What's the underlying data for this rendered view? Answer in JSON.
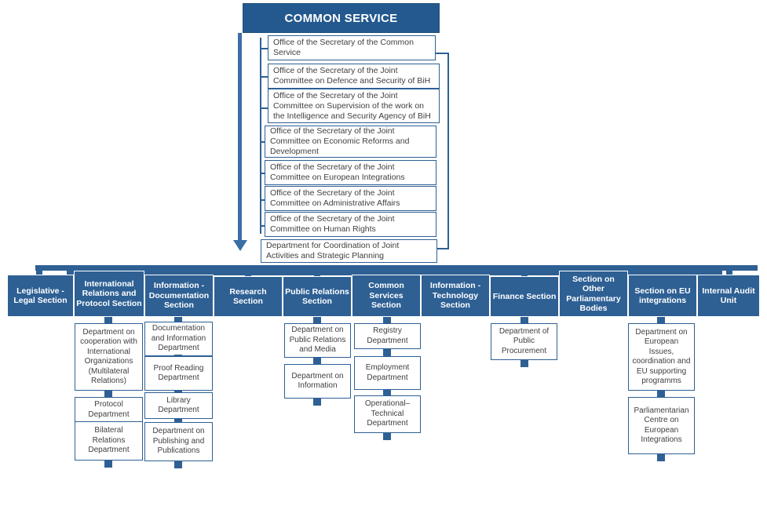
{
  "diagram": {
    "title": "COMMON SERVICE",
    "colors": {
      "header_fill": "#23598E",
      "box_blue": "#2E6094",
      "connector": "#2E6094",
      "spine": "#3A6EA5",
      "white": "#FFFFFF",
      "text_gray": "#404040"
    }
  },
  "offices": [
    {
      "label": "Office of the Secretary of the Common Service"
    },
    {
      "label": "Office of the Secretary of the Joint Committee on Defence and Security of BiH"
    },
    {
      "label": "Office of the Secretary of the Joint Committee on Supervision of the work on the Intelligence and Security Agency of BiH"
    },
    {
      "label": "Office of the Secretary of the Joint Committee on Economic Reforms and Development"
    },
    {
      "label": "Office of the Secretary of the Joint Committee on European Integrations"
    },
    {
      "label": "Office of the Secretary of the Joint Committee on Administrative Affairs"
    },
    {
      "label": "Office of the Secretary of the Joint Committee on Human Rights"
    },
    {
      "label": "Department for Coordination of Joint Activities and Strategic Planning"
    }
  ],
  "sections": [
    {
      "label": "Legislative - Legal Section",
      "departments": []
    },
    {
      "label": "International Relations and Protocol Section",
      "departments": [
        {
          "label": "Department on cooperation with International Organizations (Multilateral Relations)"
        },
        {
          "label": "Protocol Department"
        },
        {
          "label": "Bilateral Relations Department"
        }
      ]
    },
    {
      "label": "Information - Documentation Section",
      "departments": [
        {
          "label": "Documentation and Information Department"
        },
        {
          "label": "Proof Reading Department"
        },
        {
          "label": "Library Department"
        },
        {
          "label": "Department on Publishing and Publications"
        }
      ]
    },
    {
      "label": "Research Section",
      "departments": []
    },
    {
      "label": "Public Relations Section",
      "departments": [
        {
          "label": "Department on Public Relations and Media"
        },
        {
          "label": "Department on Information"
        }
      ]
    },
    {
      "label": "Common Services Section",
      "departments": [
        {
          "label": "Registry Department"
        },
        {
          "label": "Employment Department"
        },
        {
          "label": "Operational– Technical Department"
        }
      ]
    },
    {
      "label": "Information - Technology Section",
      "departments": []
    },
    {
      "label": "Finance Section",
      "departments": [
        {
          "label": "Department of Public Procurement"
        }
      ]
    },
    {
      "label": "Section on Other Parliamentary Bodies",
      "departments": []
    },
    {
      "label": "Section on EU integrations",
      "departments": [
        {
          "label": "Department on European Issues, coordination and EU supporting programms"
        },
        {
          "label": "Parliamentarian Centre on European Integrations"
        }
      ]
    },
    {
      "label": "Internal Audit Unit",
      "departments": []
    }
  ]
}
